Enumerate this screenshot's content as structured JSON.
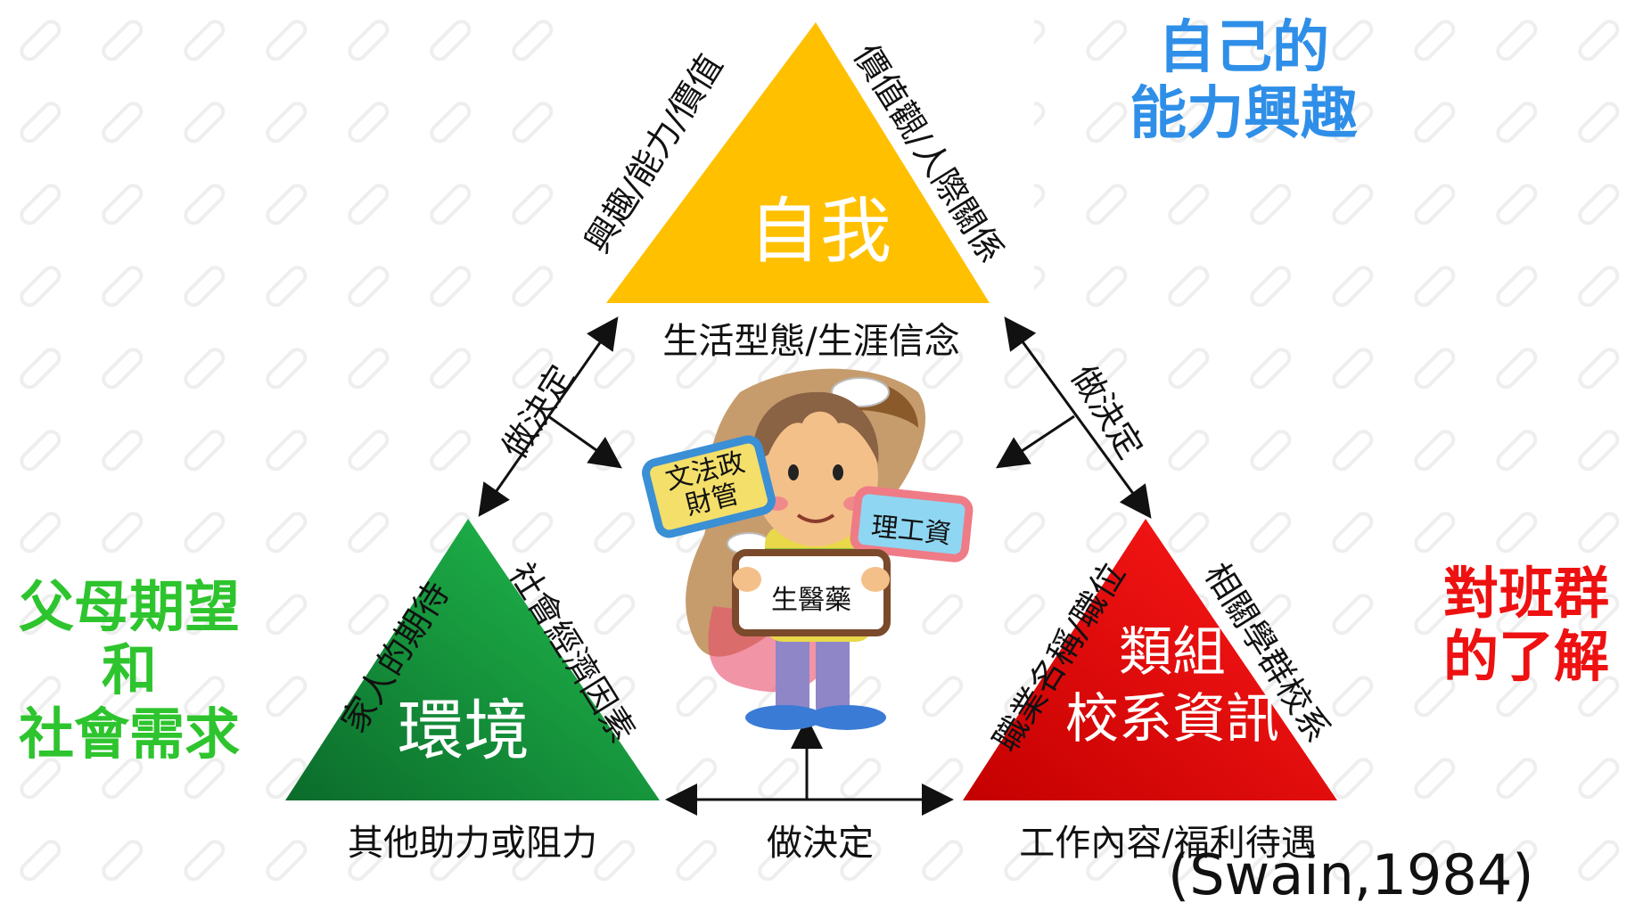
{
  "self": {
    "title": "自我",
    "left_side": "興趣/能力/價值",
    "right_side": "價值觀/人際關係",
    "under": "生活型態/生涯信念"
  },
  "environment": {
    "title": "環境",
    "left_side": "家人的期待",
    "right_side": "社會經濟因素",
    "under": "其他助力或阻力"
  },
  "group": {
    "title_line1": "類組",
    "title_line2": "校系資訊",
    "left_side": "職業名稱/職位",
    "right_side": "相關學群校系",
    "under": "工作內容/福利待遇"
  },
  "connectors": {
    "left": "做決定",
    "right": "做決定",
    "bottom": "做決定"
  },
  "side_labels": {
    "top_right": {
      "line1": "自己的",
      "line2": "能力興趣",
      "color": "#2f8fe8"
    },
    "left": {
      "line1": "父母期望",
      "line2": "和",
      "line3": "社會需求",
      "color": "#2ec42e"
    },
    "right": {
      "line1": "對班群",
      "line2": "的了解",
      "color": "#ee1111"
    }
  },
  "signs": {
    "blue": "文法政\n財管",
    "pink": "理工資",
    "board": "生醫藥"
  },
  "citation": "(Swain,1984)",
  "colors": {
    "self_fill": "#ffc000",
    "env_fill": "#1aa24a",
    "group_fill": "#e00000",
    "arrow": "#111111"
  }
}
